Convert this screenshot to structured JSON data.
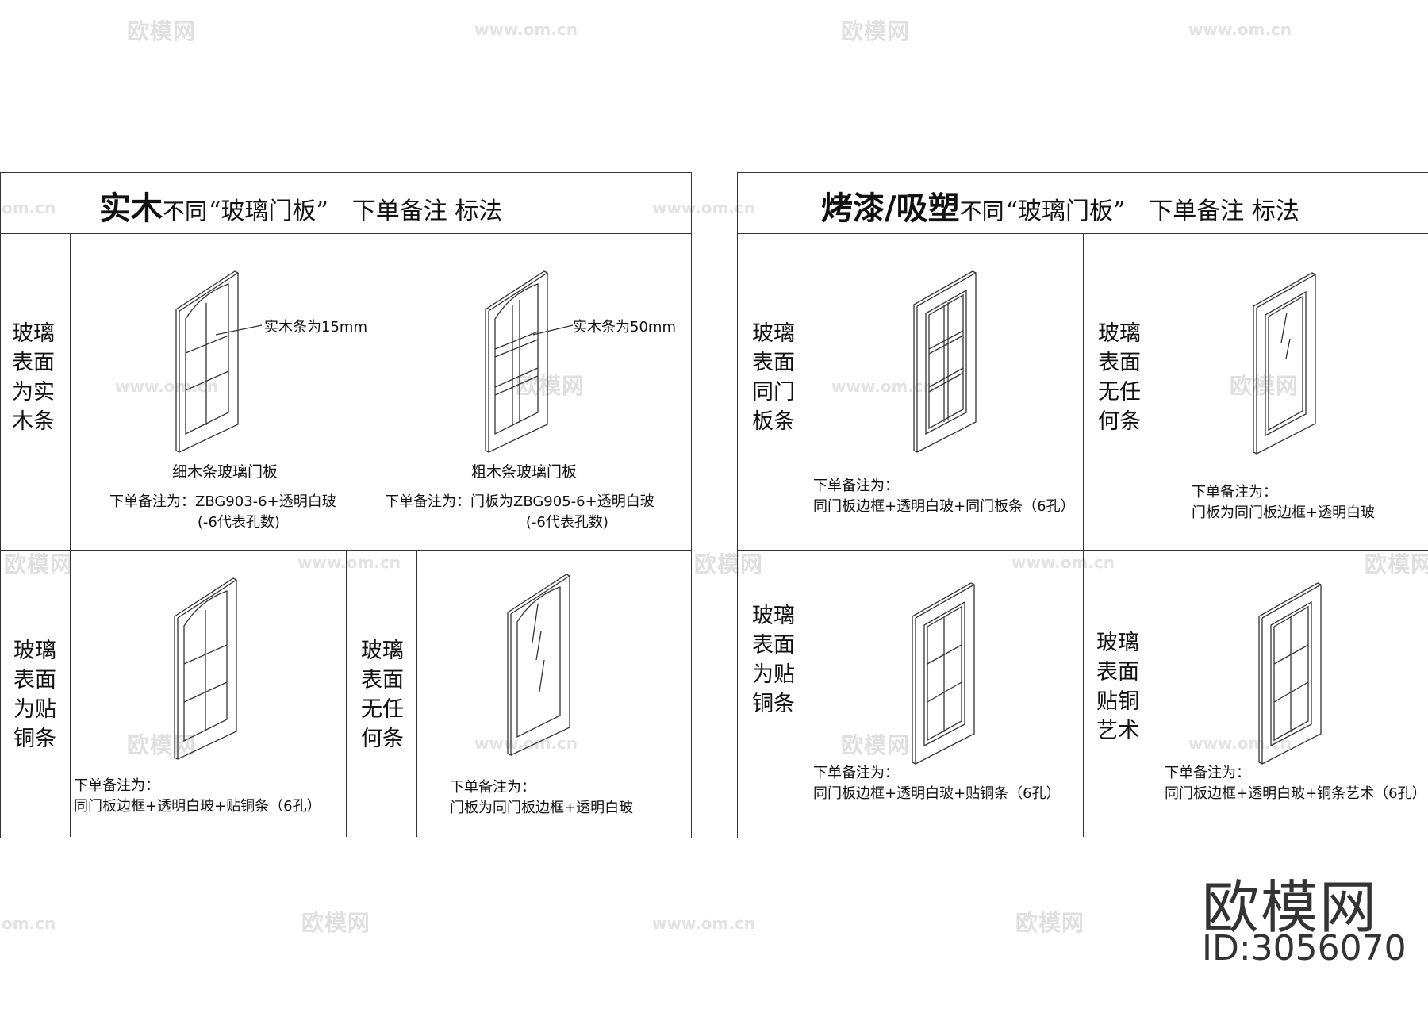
{
  "watermarks": {
    "logo": "欧模网",
    "url": "www.om.cn",
    "url_short": "om.cn"
  },
  "left_panel": {
    "title_big": "实木",
    "title_mid": "不同",
    "title_quote": "“玻璃门板”",
    "title_tail": "下单备注  标法",
    "top_side_label": "玻璃表面为实木条",
    "door1": {
      "callout": "实木条为15mm",
      "caption": "细木条玻璃门板",
      "note1": "下单备注为：ZBG903-6+透明白玻",
      "note2": "(-6代表孔数)"
    },
    "door2": {
      "callout": "实木条为50mm",
      "caption": "粗木条玻璃门板",
      "note1": "下单备注为：门板为ZBG905-6+透明白玻",
      "note2": "(-6代表孔数)"
    },
    "bottom_left": {
      "side_label": "玻璃表面为贴铜条",
      "note1": "下单备注为：",
      "note2": "同门板边框+透明白玻+贴铜条（6孔）"
    },
    "bottom_right": {
      "side_label": "玻璃表面无任何条",
      "note1": "下单备注为：",
      "note2": "门板为同门板边框+透明白玻"
    }
  },
  "right_panel": {
    "title_big": "烤漆/吸塑",
    "title_mid": "不同",
    "title_quote": "“玻璃门板”",
    "title_tail": "下单备注  标法",
    "cell_tl": {
      "side_label": "玻璃表面同门板条",
      "note1": "下单备注为：",
      "note2": "同门板边框+透明白玻+同门板条（6孔）"
    },
    "cell_tr": {
      "side_label": "玻璃表面无任何条",
      "note1": "下单备注为：",
      "note2": "门板为同门板边框+透明白玻"
    },
    "cell_bl": {
      "side_label": "玻璃表面为贴铜条",
      "note1": "下单备注为：",
      "note2": "同门板边框+透明白玻+贴铜条（6孔）"
    },
    "cell_br": {
      "side_label": "玻璃表面贴铜艺术",
      "note1": "下单备注为：",
      "note2": "同门板边框+透明白玻+铜条艺术（6孔）"
    }
  },
  "brand": {
    "name": "欧模网",
    "id": "ID:3056070"
  }
}
